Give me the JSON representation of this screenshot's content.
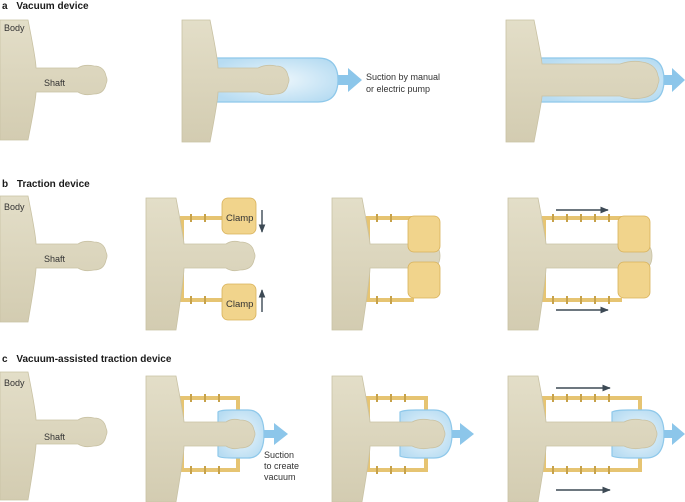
{
  "colors": {
    "tissue": "#dcd6bf",
    "tissue_edge": "#c9c2a4",
    "vacuum": "#bfe0f3",
    "vacuum_edge": "#8ec8ea",
    "arrow_blue": "#8cc6ea",
    "frame": "#e6c472",
    "frame_dark": "#c7a24a",
    "clamp": "#f1d48c",
    "clamp_edge": "#d8b15a",
    "dark_arrow": "#3d4a55"
  },
  "panels": {
    "a": {
      "letter": "a",
      "title": "Vacuum device",
      "body_label": "Body",
      "shaft_label": "Shaft",
      "suction_line1": "Suction by manual",
      "suction_line2": "or electric pump"
    },
    "b": {
      "letter": "b",
      "title": "Traction device",
      "body_label": "Body",
      "shaft_label": "Shaft",
      "clamp_top": "Clamp",
      "clamp_bottom": "Clamp"
    },
    "c": {
      "letter": "c",
      "title": "Vacuum-assisted traction device",
      "body_label": "Body",
      "shaft_label": "Shaft",
      "suction_line1": "Suction",
      "suction_line2": "to create",
      "suction_line3": "vacuum"
    }
  }
}
